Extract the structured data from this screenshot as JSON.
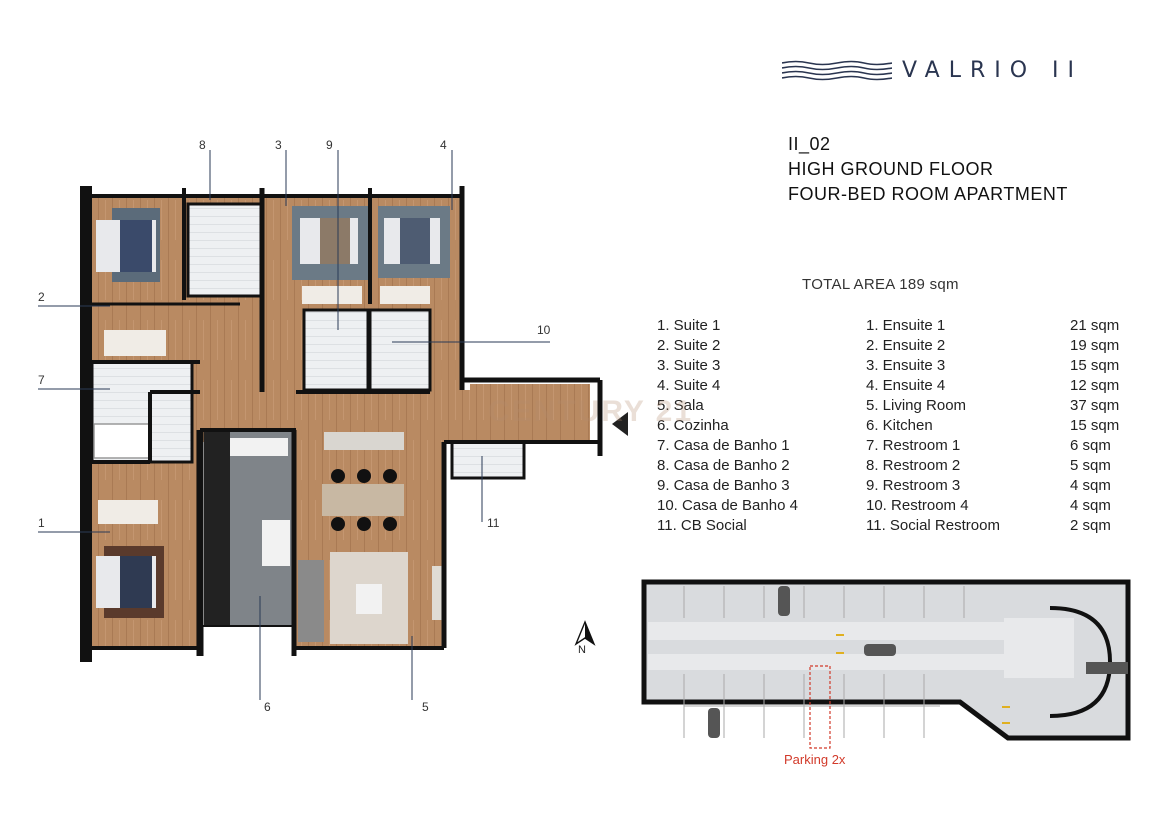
{
  "brand": {
    "logo_text": "VALRIO II"
  },
  "header": {
    "code": "II_02",
    "floor": "HIGH GROUND FLOOR",
    "apartment": "FOUR-BED ROOM APARTMENT"
  },
  "total_area": "TOTAL AREA 189 sqm",
  "rooms_pt": [
    "1. Suite 1",
    "2. Suite 2",
    "3. Suite 3",
    "4. Suite 4",
    "5. Sala",
    "6. Cozinha",
    "7. Casa de Banho 1",
    "8. Casa de Banho 2",
    "9. Casa de Banho 3",
    "10. Casa de Banho 4",
    "11. CB Social"
  ],
  "rooms_en": [
    "1. Ensuite 1",
    "2. Ensuite 2",
    "3. Ensuite 3",
    "4. Ensuite 4",
    "5. Living Room",
    "6. Kitchen",
    "7. Restroom 1",
    "8. Restroom  2",
    "9. Restroom  3",
    "10. Restroom  4",
    "11. Social Restroom"
  ],
  "areas": [
    "21 sqm",
    "19 sqm",
    "15 sqm",
    "12 sqm",
    "37 sqm",
    "15 sqm",
    "6 sqm",
    "5 sqm",
    "4 sqm",
    "4 sqm",
    "2 sqm"
  ],
  "callouts": {
    "c1": "1",
    "c2": "2",
    "c3": "3",
    "c4": "4",
    "c5": "5",
    "c6": "6",
    "c7": "7",
    "c8": "8",
    "c9": "9",
    "c10": "10",
    "c11": "11"
  },
  "parking_label": "Parking 2x",
  "north_label": "N",
  "watermark": "CENTURY 21",
  "colors": {
    "wood": "#b98a62",
    "wall": "#111111",
    "kitchen_floor": "#7f8489",
    "tile": "#eef0f2",
    "parking_bg": "#d9dbde",
    "parking_marker": "#d23a2a"
  }
}
